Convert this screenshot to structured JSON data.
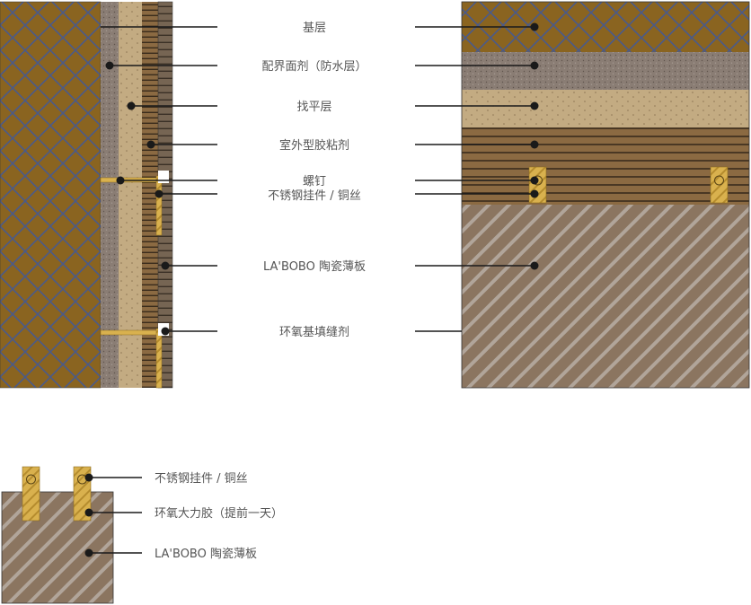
{
  "layer_labels": {
    "base": "基层",
    "interface": "配界面剂（防水层）",
    "leveling": "找平层",
    "adhesive": "室外型胶粘剂",
    "screw": "螺钉",
    "hanger": "不锈钢挂件 / 铜丝",
    "panel": "LA'BOBO 陶瓷薄板",
    "epoxy_filler": "环氧基填缝剂"
  },
  "detail_labels": {
    "hanger": "不锈钢挂件 / 铜丝",
    "epoxy_glue": "环氧大力胶（提前一天）",
    "panel": "LA'BOBO 陶瓷薄板"
  },
  "colors": {
    "base": "#8a6420",
    "base_line": "#4a5a8a",
    "interface": "#8a7d74",
    "leveling": "#c3ab82",
    "adhesive": "#8b6a42",
    "panel": "#8b7560",
    "hanger": "#ddb54e",
    "leader": "#1a1a1a"
  }
}
